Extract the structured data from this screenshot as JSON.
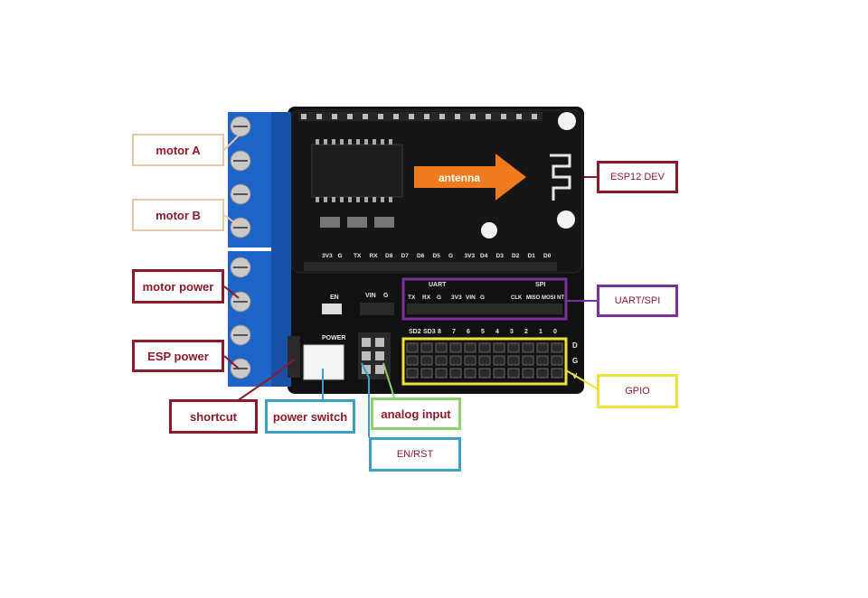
{
  "board": {
    "antenna_label": "antenna",
    "top_pins": [
      "3V3",
      "G",
      "TX",
      "RX",
      "D8",
      "D7",
      "D6",
      "D5",
      "G",
      "3V3",
      "D4",
      "D3",
      "D2",
      "D1",
      "D0"
    ],
    "uart_title": "UART",
    "spi_title": "SPI",
    "uart_pins": [
      "TX",
      "RX",
      "G",
      "3V3",
      "VIN",
      "G"
    ],
    "spi_pins": [
      "CLK",
      "MISO",
      "MOSI",
      "NT"
    ],
    "en_label": "EN",
    "vin_label": "VIN",
    "g_label": "G",
    "power_label": "POWER",
    "gpio_pins": [
      "SD2",
      "SD3",
      "8",
      "7",
      "6",
      "5",
      "4",
      "3",
      "2",
      "1",
      "0"
    ],
    "side_letters": [
      "D",
      "G",
      "V"
    ]
  },
  "callouts": {
    "motor_a": "motor A",
    "motor_b": "motor B",
    "motor_power": "motor power",
    "esp_power": "ESP power",
    "shortcut": "shortcut",
    "power_switch": "power switch",
    "analog_input": "analog input",
    "en_rst": "EN/RST",
    "esp12_dev": "ESP12 DEV",
    "uart_spi": "UART/SPI",
    "gpio": "GPIO"
  },
  "colors": {
    "pcb": "#111111",
    "terminal_blue": "#1e63c8",
    "antenna_arrow": "#f07a1e",
    "callout_peach": "#e8c6a8",
    "callout_maroon": "#8b1a2b",
    "callout_teal": "#3aa0c8",
    "callout_green": "#8fcf6a",
    "callout_purple": "#7b2fa0",
    "callout_yellow": "#ece23a"
  }
}
